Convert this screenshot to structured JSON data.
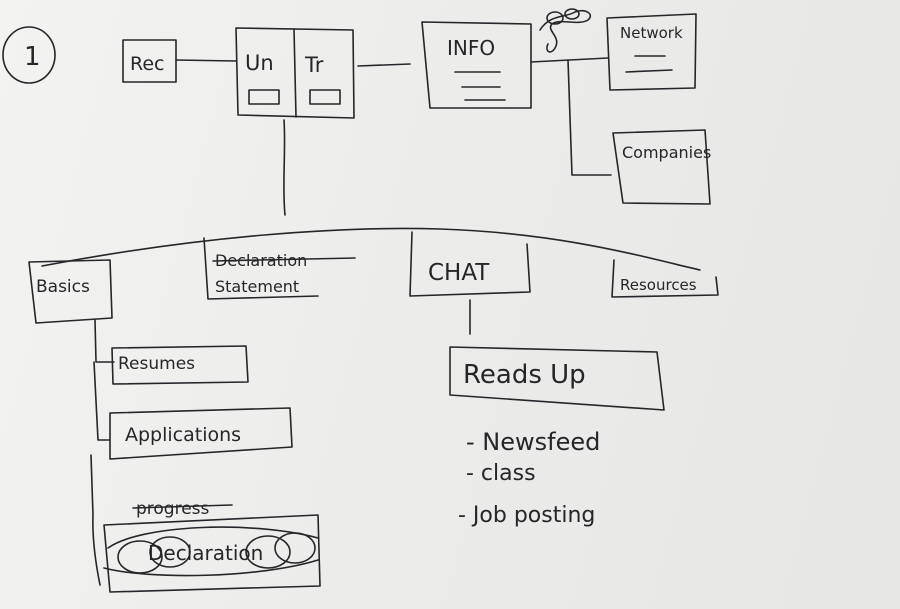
{
  "page_number": "1",
  "boxes": {
    "rec": "Rec",
    "un": "Un",
    "tr": "Tr",
    "info": "INFO",
    "network": "Network",
    "companies": "Companies",
    "basics": "Basics",
    "declaration": "Declaration",
    "statement": "Statement",
    "chat": "CHAT",
    "resources": "Resources",
    "resumes": "Resumes",
    "applications": "Applications",
    "progress": "progress",
    "declaration_bottom": "Declaration",
    "reads_up": "Reads Up"
  },
  "chat_items": [
    "- Newsfeed",
    "- class",
    "- Job posting"
  ]
}
